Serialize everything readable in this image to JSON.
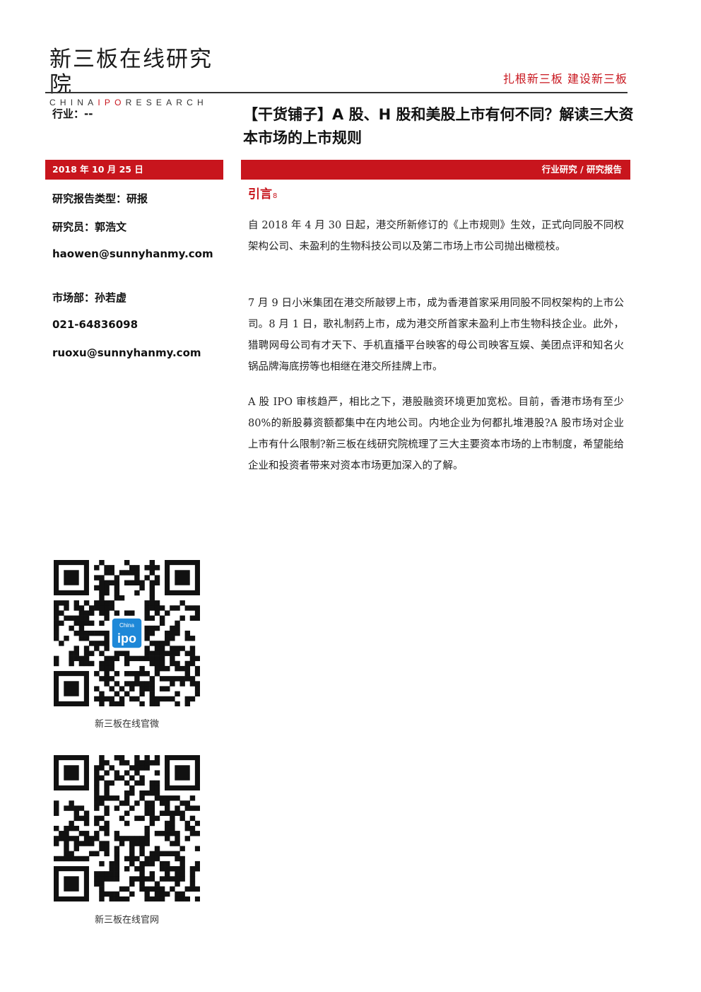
{
  "header": {
    "logo_cn": "新三板在线研究院",
    "logo_en_prefix": "CHINA",
    "logo_en_ipo": "IPO",
    "logo_en_suffix": "RESEARCH",
    "slogan": "扎根新三板 建设新三板"
  },
  "industry": "行业：--",
  "title": "【干货铺子】A 股、H 股和美股上市有何不同？解读三大资本市场的上市规则",
  "date": "2018 年 10 月 25 日",
  "category": "行业研究 / 研究报告",
  "info": {
    "report_type": "研究报告类型：研报",
    "researcher": "研究员：郭浩文",
    "researcher_email": "haowen@sunnyhanmy.com",
    "market": "市场部：孙若虚",
    "phone": "021-64836098",
    "market_email": "ruoxu@sunnyhanmy.com"
  },
  "section": {
    "heading": "引言",
    "mark": "8"
  },
  "paragraphs": [
    "自 2018 年 4 月 30 日起，港交所新修订的《上市规则》生效，正式向同股不同权架构公司、未盈利的生物科技公司以及第二市场上市公司抛出橄榄枝。",
    "7 月 9 日小米集团在港交所敲锣上市，成为香港首家采用同股不同权架构的上市公司。8 月 1 日，歌礼制药上市，成为港交所首家未盈利上市生物科技企业。此外，猎聘网母公司有才天下、手机直播平台映客的母公司映客互娱、美团点评和知名火锅品牌海底捞等也相继在港交所挂牌上市。",
    "A 股 IPO 审核趋严，相比之下，港股融资环境更加宽松。目前，香港市场有至少 80%的新股募资额都集中在内地公司。内地企业为何都扎堆港股?A 股市场对企业上市有什么限制?新三板在线研究院梳理了三大主要资本市场的上市制度，希望能给企业和投资者带来对资本市场更加深入的了解。"
  ],
  "qr": [
    {
      "caption": "新三板在线官微",
      "center_brand": "China",
      "center_mark": "ipo"
    },
    {
      "caption": "新三板在线官网"
    }
  ],
  "colors": {
    "accent": "#c8151d",
    "text": "#111111"
  }
}
